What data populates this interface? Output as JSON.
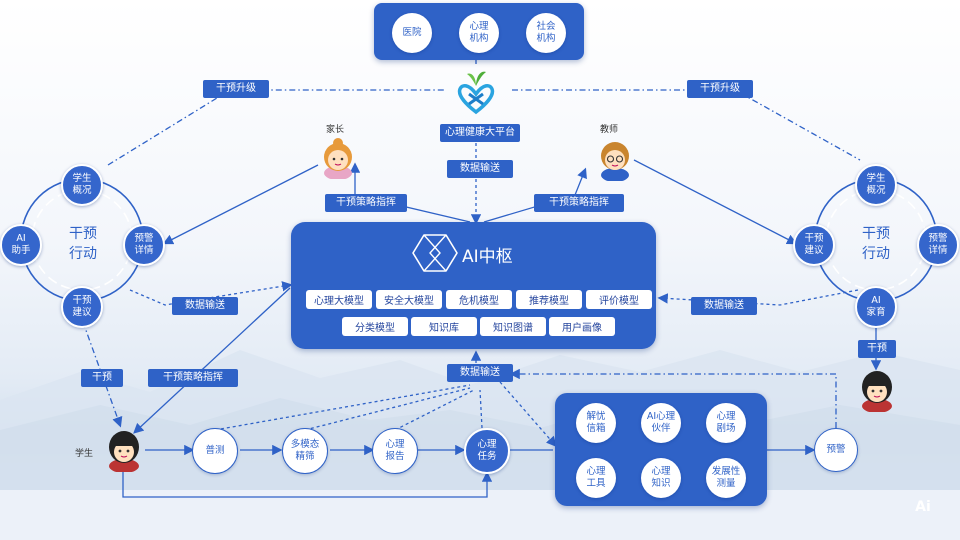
{
  "colors": {
    "primary": "#2f62c7",
    "dark": "#2450b0",
    "white": "#ffffff",
    "heart": "#2aa4e0",
    "leaf": "#6cc24a"
  },
  "top_institutions": [
    "医院",
    "心理\n机构",
    "社会\n机构"
  ],
  "platform": {
    "label": "心理健康大平台",
    "icon": "heart-sprout-icon"
  },
  "upgrade_left": "干预升级",
  "upgrade_right": "干预升级",
  "roles": {
    "parent": "家长",
    "teacher": "教师",
    "student": "学生"
  },
  "tags": {
    "data_top": "数据输送",
    "strategy_parent": "干预策略指挥",
    "strategy_teacher": "干预策略指挥",
    "data_left": "数据输送",
    "data_right": "数据输送",
    "intervene_left": "干预",
    "strategy_student": "干预策略指挥",
    "data_bottom": "数据输送",
    "intervene_right": "干预"
  },
  "left_ring": {
    "title": "干预\n行动",
    "nodes": [
      "学生\n概况",
      "AI\n助手",
      "预警\n详情",
      "干预\n建议"
    ]
  },
  "right_ring": {
    "title": "干预\n行动",
    "nodes": [
      "学生\n概况",
      "干预\n建议",
      "预警\n详情",
      "AI\n家育"
    ]
  },
  "ai_hub": {
    "title": "AI中枢",
    "icon": "ai-hub-logo-icon",
    "row1": [
      "心理大模型",
      "安全大模型",
      "危机模型",
      "推荐模型",
      "评价模型"
    ],
    "row2": [
      "分类模型",
      "知识库",
      "知识图谱",
      "用户画像"
    ]
  },
  "flow_steps": [
    "普测",
    "多模态\n精筛",
    "心理\n报告",
    "心理\n任务"
  ],
  "services": [
    "解忧\n信箱",
    "AI心理\n伙伴",
    "心理\n剧场",
    "心理\n工具",
    "心理\n知识",
    "发展性\n测量"
  ],
  "warning": "预警",
  "watermark": "Ai"
}
